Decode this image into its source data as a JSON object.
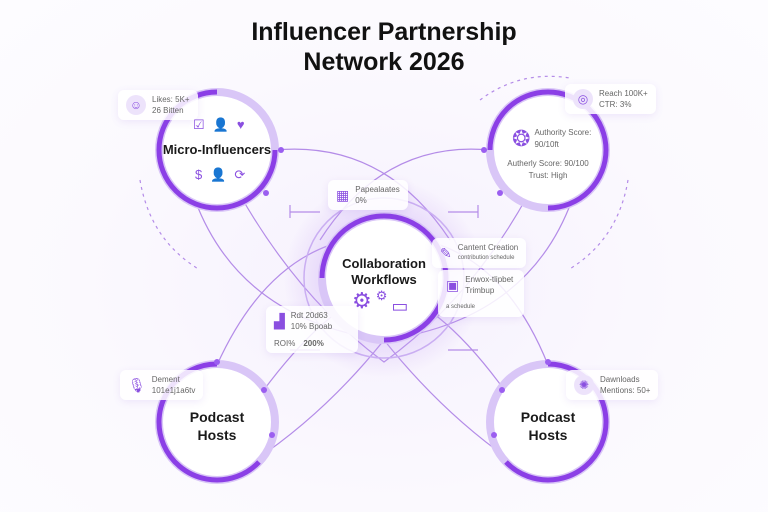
{
  "title": {
    "line1": "Influencer Partnership",
    "line2": "Network 2026"
  },
  "colors": {
    "accent": "#8b3fe6",
    "ring_light": "#d9c6f7",
    "line": "#b48ce8"
  },
  "nodes": {
    "top_left": {
      "label": "Micro-Influencers",
      "icons_top": [
        "checklist-icon",
        "user-icon",
        "heart-hand-icon"
      ],
      "icons_bottom": [
        "dollar-icon",
        "user-icon",
        "refresh-icon"
      ]
    },
    "top_right": {
      "label_line1": "Authority Score:",
      "label_line2": "90/10ft",
      "sub_line1": "Autherly Score: 90/100",
      "sub_line2": "Trust: High",
      "icon": "brain-icon"
    },
    "center": {
      "label_line1": "Collaboration",
      "label_line2": "Workflows",
      "icons": [
        "gear-icon",
        "small-gear-icon",
        "chart-card-icon"
      ]
    },
    "bottom_left": {
      "label_line1": "Podcast",
      "label_line2": "Hosts"
    },
    "bottom_right": {
      "label_line1": "Podcast",
      "label_line2": "Hosts"
    }
  },
  "callouts": {
    "likes": {
      "line1": "Likes: 5K+",
      "line2": "26 Bitten",
      "icon": "engagement-icon"
    },
    "reach": {
      "line1": "Reach 100K+",
      "line2": "CTR: 3%",
      "icon": "target-icon"
    },
    "payments": {
      "line1": "Papealaates",
      "line2": "0%",
      "icon": "payment-grid-icon"
    },
    "content": {
      "line1": "Cantent Creation",
      "line2": "contribution schedule",
      "icon": "lightbulb-icon"
    },
    "review": {
      "line1": "Enwox-tlipbet",
      "line2": "Trimbup",
      "line3": "a schedule",
      "icon": "image-card-icon"
    },
    "roi": {
      "line1": "Rdt 20d63",
      "line2": "10% Bpoab",
      "line3": "ROI%",
      "line4": "200%",
      "icon": "bar-chart-icon"
    },
    "content_left": {
      "line1": "Dement",
      "line2": "101e1j1a6tv",
      "icon": "microphone-icon"
    },
    "downloads": {
      "line1": "Dawnloads",
      "line2": "Mentions: 50+",
      "icon": "podcast-badge-icon"
    }
  }
}
